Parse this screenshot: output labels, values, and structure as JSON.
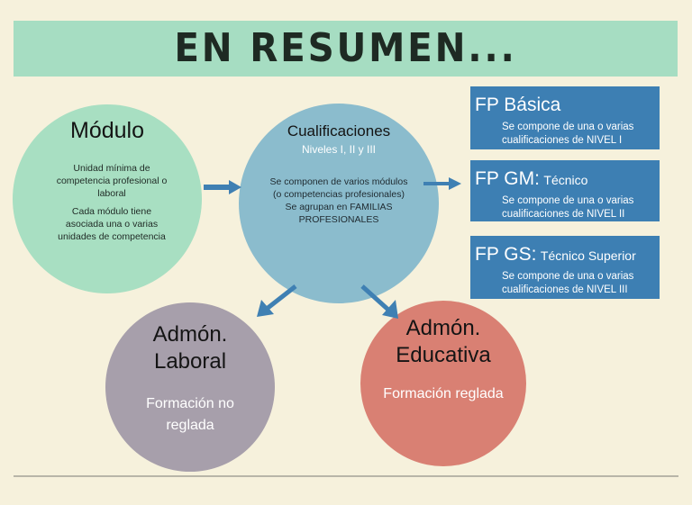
{
  "banner": {
    "title": "EN RESUMEN..."
  },
  "modulo": {
    "title": "Módulo",
    "desc1": "Unidad mínima de competencia profesional o laboral",
    "desc2": "Cada módulo tiene asociada una o varias unidades de competencia"
  },
  "cualificaciones": {
    "title": "Cualificaciones",
    "subtitle": "Niveles I, II y III",
    "desc1": "Se componen de varios módulos (o competencias profesionales)",
    "desc2": "Se agrupan en FAMILIAS PROFESIONALES"
  },
  "laboral": {
    "title1": "Admón.",
    "title2": "Laboral",
    "desc": "Formación no reglada"
  },
  "educativa": {
    "title1": "Admón.",
    "title2": "Educativa",
    "desc": "Formación reglada"
  },
  "fp": [
    {
      "name": "FP Básica",
      "qualification": "",
      "desc1": "Se compone de una o varias",
      "desc2": "cualificaciones de NIVEL I"
    },
    {
      "name": "FP GM:",
      "qualification": "Técnico",
      "desc1": "Se compone de una o varias",
      "desc2": "cualificaciones de NIVEL II"
    },
    {
      "name": "FP GS:",
      "qualification": "Técnico Superior",
      "desc1": "Se compone de una o varias",
      "desc2": "cualificaciones de NIVEL III"
    }
  ],
  "colors": {
    "background": "#f6f1dc",
    "banner": "#a6ddc2",
    "modulo": "#a8dfc2",
    "cualificaciones": "#8bbccd",
    "laboral": "#a79fab",
    "educativa": "#d98073",
    "fp_box": "#3d7fb3",
    "arrow": "#3f80b3"
  }
}
